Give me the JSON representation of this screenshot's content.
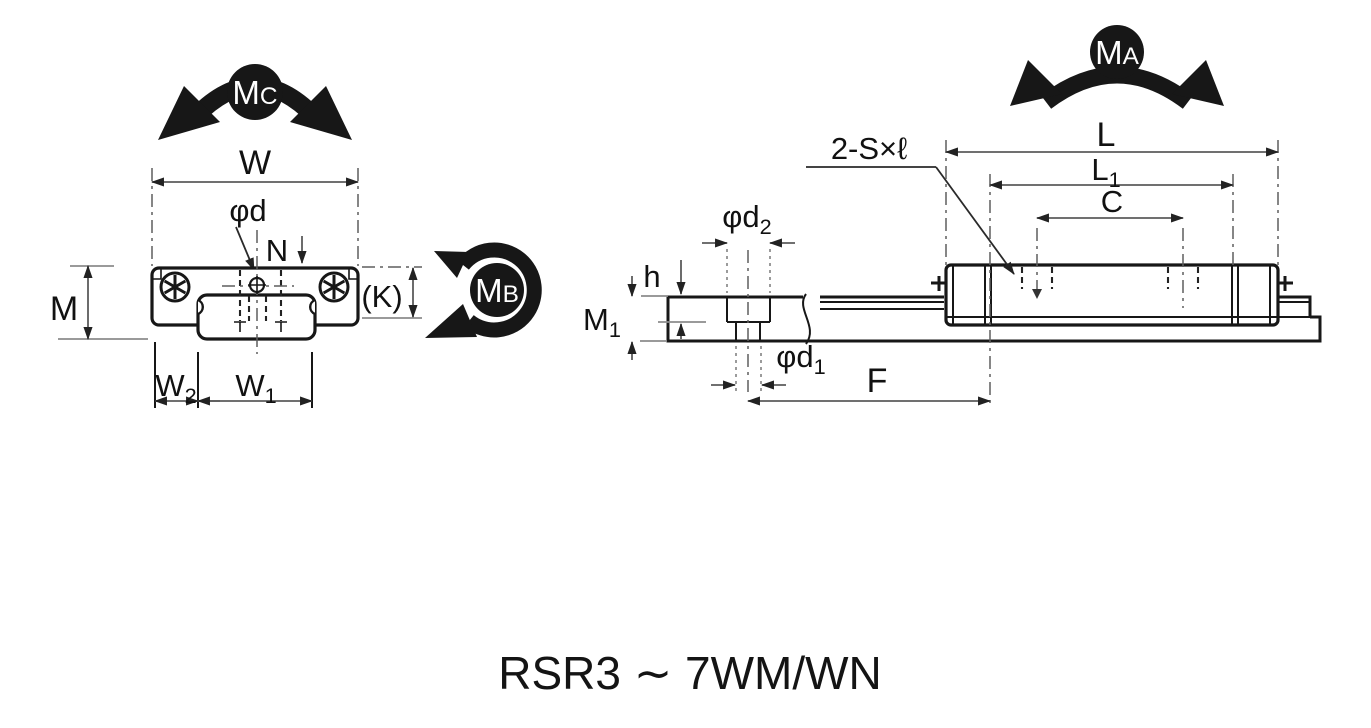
{
  "title": "RSR3 ∼ 7WM/WN",
  "moments": {
    "mc": {
      "base": "M",
      "sub": "C"
    },
    "mb": {
      "base": "M",
      "sub": "B"
    },
    "ma": {
      "base": "M",
      "sub": "A"
    }
  },
  "front_view": {
    "dims": {
      "W": {
        "base": "W",
        "sub": ""
      },
      "phi_d": {
        "base": "φd",
        "sub": ""
      },
      "N": {
        "base": "N",
        "sub": ""
      },
      "M": {
        "base": "M",
        "sub": ""
      },
      "K": {
        "base": "(K)",
        "sub": ""
      },
      "W2": {
        "base": "W",
        "sub": "2"
      },
      "W1": {
        "base": "W",
        "sub": "1"
      }
    }
  },
  "side_view": {
    "dims": {
      "screw": {
        "base": "2-S×ℓ",
        "sub": ""
      },
      "L": {
        "base": "L",
        "sub": ""
      },
      "L1": {
        "base": "L",
        "sub": "1"
      },
      "C": {
        "base": "C",
        "sub": ""
      },
      "phi_d2": {
        "base": "φd",
        "sub": "2"
      },
      "h": {
        "base": "h",
        "sub": ""
      },
      "M1": {
        "base": "M",
        "sub": "1"
      },
      "phi_d1": {
        "base": "φd",
        "sub": "1"
      },
      "F": {
        "base": "F",
        "sub": ""
      }
    }
  },
  "colors": {
    "ink": "#171717",
    "dimension_line": "#5c5c5c",
    "background": "#ffffff"
  }
}
